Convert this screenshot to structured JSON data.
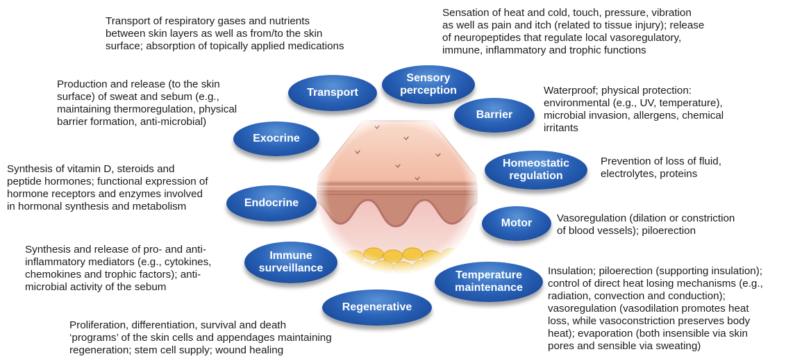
{
  "functions": [
    {
      "key": "transport",
      "label": "Transport",
      "description": "Transport of respiratory gases and nutrients\nbetween skin layers as well as from/to the skin\nsurface; absorption of topically applied medications"
    },
    {
      "key": "sensory",
      "label": "Sensory\nperception",
      "description": "Sensation of heat and cold, touch, pressure, vibration\nas well as pain and itch (related to tissue injury); release\nof neuropeptides that regulate local vasoregulatory,\nimmune, inflammatory and trophic functions"
    },
    {
      "key": "barrier",
      "label": "Barrier",
      "description": "Waterproof; physical protection:\nenvironmental (e.g., UV, temperature),\nmicrobial invasion, allergens, chemical\nirritants"
    },
    {
      "key": "homeostatic",
      "label": "Homeostatic\nregulation",
      "description": "Prevention of loss of fluid,\nelectrolytes, proteins"
    },
    {
      "key": "motor",
      "label": "Motor",
      "description": "Vasoregulation (dilation or constriction\nof blood vessels); piloerection"
    },
    {
      "key": "temperature",
      "label": "Temperature\nmaintenance",
      "description": "Insulation; piloerection (supporting insulation);\ncontrol of direct heat losing mechanisms (e.g.,\nradiation, convection and conduction);\nvasoregulation (vasodilation promotes heat\nloss, while vasoconstriction preserves body\nheat); evaporation (both insensible via skin\npores and sensible via sweating)"
    },
    {
      "key": "regenerative",
      "label": "Regenerative",
      "description": "Proliferation, differentiation, survival and death\n‘programs’ of the skin cells and appendages maintaining\nregeneration; stem cell supply; wound healing"
    },
    {
      "key": "immune",
      "label": "Immune\nsurveillance",
      "description": "Synthesis and release of pro- and anti-\ninflammatory mediators (e.g., cytokines,\nchemokines and trophic factors); anti-\nmicrobial activity of the sebum"
    },
    {
      "key": "endocrine",
      "label": "Endocrine",
      "description": "Synthesis of vitamin D, steroids and\npeptide hormones; functional expression of\nhormone receptors and enzymes involved\nin hormonal synthesis and metabolism"
    },
    {
      "key": "exocrine",
      "label": "Exocrine",
      "description": "Production and release (to the skin\nsurface) of sweat and sebum (e.g.,\nmaintaining thermoregulation, physical\nbarrier formation, anti-microbial)"
    }
  ],
  "colors": {
    "pill_light": "#5b93d6",
    "pill_dark": "#123f8e",
    "epidermis": "#f3c6b4",
    "dermis": "#f6d8cf",
    "fat": "#f3c744"
  }
}
